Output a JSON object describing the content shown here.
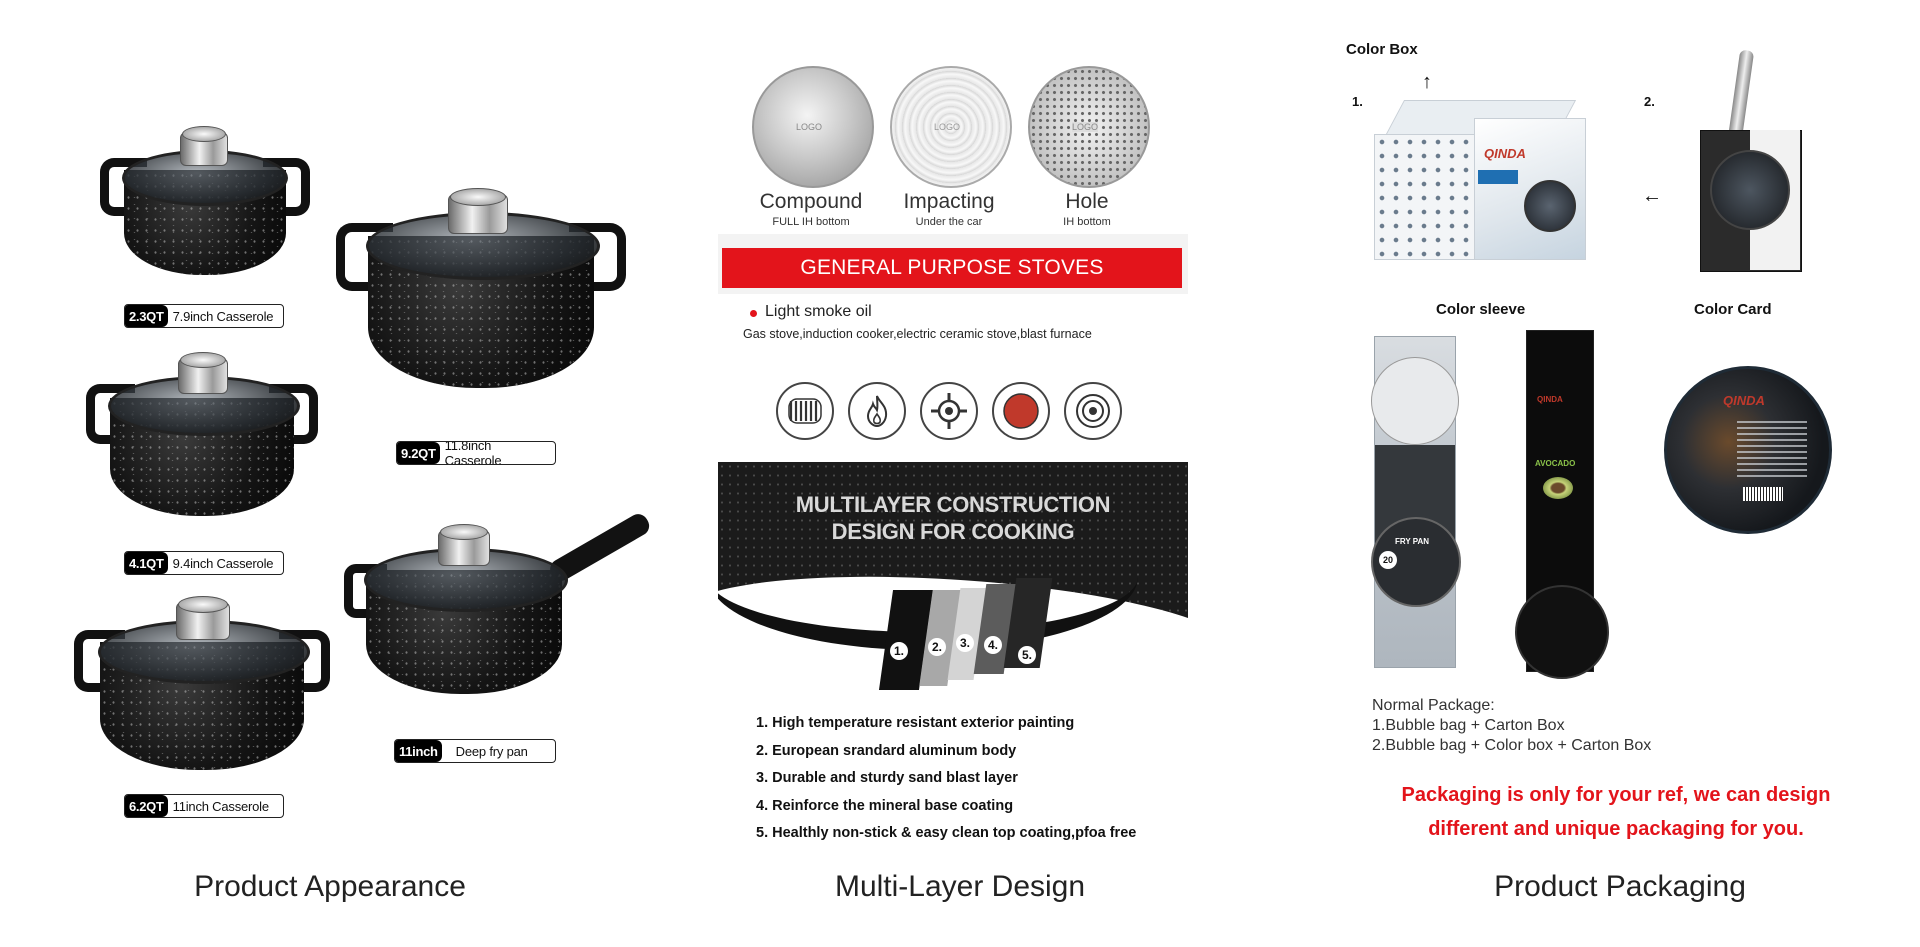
{
  "products": {
    "items": [
      {
        "qty": "2.3QT",
        "name": "7.9inch Casserole"
      },
      {
        "qty": "9.2QT",
        "name": "11.8inch Casserole"
      },
      {
        "qty": "4.1QT",
        "name": "9.4inch Casserole"
      },
      {
        "qty": "11inch",
        "name": "Deep fry pan"
      },
      {
        "qty": "6.2QT",
        "name": "11inch Casserole"
      }
    ],
    "caption": "Product Appearance"
  },
  "multilayer": {
    "bottoms": [
      {
        "title": "Compound",
        "subtitle": "FULL IH bottom",
        "logo": "LOGO"
      },
      {
        "title": "Impacting",
        "subtitle": "Under the car",
        "logo": "LOGO"
      },
      {
        "title": "Hole",
        "subtitle": "IH bottom",
        "logo": "LOGO"
      }
    ],
    "banner": "GENERAL PURPOSE STOVES",
    "bullet": "Light smoke oil",
    "stoves": "Gas stove,induction cooker,electric ceramic stove,blast furnace",
    "construction_line1": "MULTILAYER CONSTRUCTION",
    "construction_line2": "DESIGN FOR COOKING",
    "layer_numbers": [
      "1.",
      "2.",
      "3.",
      "4.",
      "5."
    ],
    "layers": [
      "1. High temperature resistant exterior painting",
      "2. European srandard aluminum body",
      "3. Durable and sturdy sand blast layer",
      "4. Reinforce the mineral base coating",
      "5. Healthly non-stick & easy clean top coating,pfoa free"
    ],
    "caption": "Multi-Layer Design",
    "icons": [
      "induction-coil-icon",
      "flame-icon",
      "gas-burner-icon",
      "ceramic-plate-icon",
      "hotplate-icon"
    ]
  },
  "packaging": {
    "color_box": "Color Box",
    "step1": "1.",
    "step2": "2.",
    "color_sleeve": "Color sleeve",
    "color_card": "Color Card",
    "brand": "QINDA",
    "sleeve_labels": [
      "FRY PAN",
      "AVOCADO"
    ],
    "sleeve_size": "20",
    "normal_package_title": "Normal Package:",
    "normal_package_1": "1.Bubble bag + Carton Box",
    "normal_package_2": "2.Bubble bag + Color box + Carton Box",
    "note_line1": "Packaging is only for your ref, we can design",
    "note_line2": "different and unique packaging for you.",
    "caption": "Product Packaging"
  }
}
